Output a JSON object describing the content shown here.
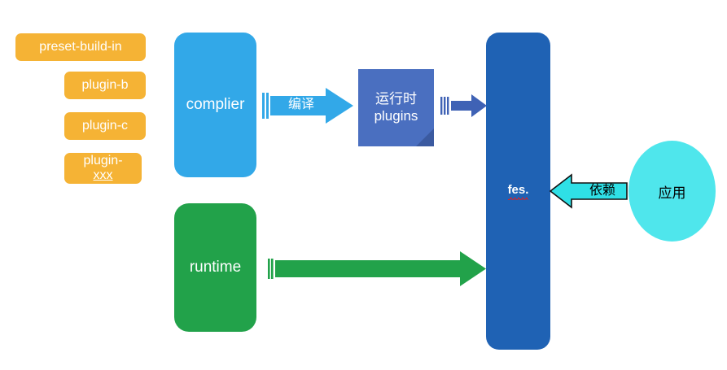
{
  "diagram": {
    "title": "fes architecture diagram",
    "colors": {
      "chip_orange": "#F5B335",
      "complier_blue": "#32A8E8",
      "runtime_green": "#22A24A",
      "fes_blue": "#1F62B4",
      "plugins_card_blue": "#4A6FC0",
      "plugins_card_fold": "#3B5AA0",
      "compile_arrow_blue": "#32A8E8",
      "plugins_arrow_blue": "#3F62B5",
      "runtime_arrow_green": "#22A24A",
      "depend_arrow_cyan": "#2FE0E6",
      "depend_arrow_outline": "#101010",
      "app_ellipse_cyan": "#4FE6EC",
      "background": "#FFFFFF"
    },
    "chips": [
      {
        "id": "preset-build-in",
        "label": "preset-build-in"
      },
      {
        "id": "plugin-b",
        "label": "plugin-b"
      },
      {
        "id": "plugin-c",
        "label": "plugin-c"
      },
      {
        "id": "plugin-xxx",
        "label_line1": "plugin-",
        "label_line2": "xxx"
      }
    ],
    "nodes": {
      "complier": {
        "label": "complier"
      },
      "runtime": {
        "label": "runtime"
      },
      "fes": {
        "label": "fes.",
        "spellcheck_underline": true
      },
      "runtime_plugins": {
        "line1": "运行时",
        "line2": "plugins"
      },
      "app": {
        "label": "应用"
      }
    },
    "arrows": {
      "compile": {
        "label": "编译",
        "direction": "right",
        "from": "complier",
        "to": "runtime_plugins"
      },
      "plugins_to_fes": {
        "label": "",
        "direction": "right",
        "from": "runtime_plugins",
        "to": "fes"
      },
      "runtime_to_fes": {
        "label": "",
        "direction": "right",
        "from": "runtime",
        "to": "fes"
      },
      "depend": {
        "label": "依赖",
        "direction": "left",
        "from": "app",
        "to": "fes"
      }
    }
  }
}
